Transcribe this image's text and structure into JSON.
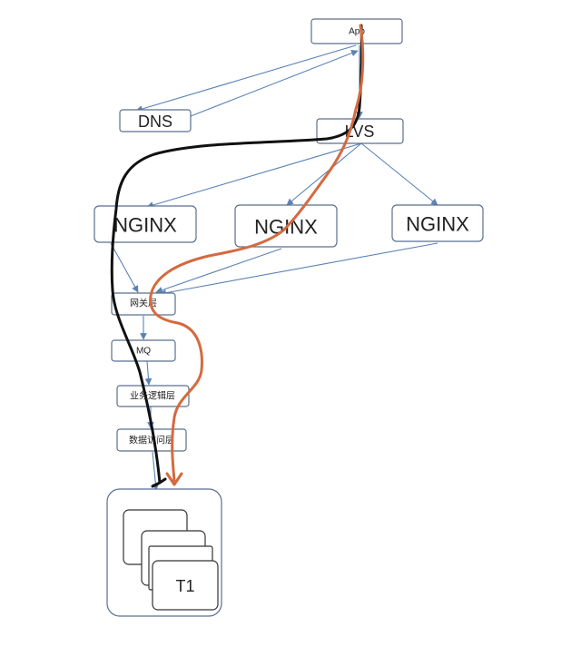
{
  "nodes": {
    "app": "App",
    "dns": "DNS",
    "lvs": "LVS",
    "nginx_1": "NGINX",
    "nginx_2": "NGINX",
    "nginx_3": "NGINX",
    "gateway": "网关层",
    "mq": "MQ",
    "business": "业务逻辑层",
    "data_access": "数据访问层",
    "db_table": "T1"
  },
  "colors": {
    "edge": "#5b82b6",
    "box_border": "#5a6f8f",
    "black_path": "#111111",
    "orange_path": "#d46a3f"
  }
}
